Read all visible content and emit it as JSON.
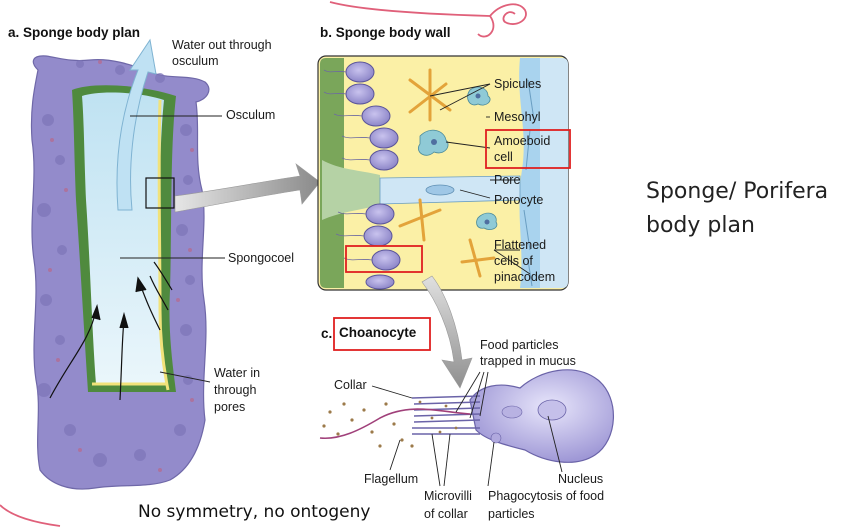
{
  "panel_a": {
    "title": "a.  Sponge body plan",
    "labels": {
      "water_out": [
        "Water out through",
        "osculum"
      ],
      "osculum": "Osculum",
      "spongocoel": "Spongocoel",
      "water_in": [
        "Water in",
        "through",
        "pores"
      ]
    }
  },
  "panel_b": {
    "title": "b.  Sponge body wall",
    "labels": {
      "spicules": "Spicules",
      "mesohyl": "Mesohyl",
      "amoeboid": [
        "Amoeboid",
        "cell"
      ],
      "pore": "Pore",
      "porocyte": "Porocyte",
      "flattened": [
        "Flattened",
        "cells of",
        "pinacodem"
      ]
    }
  },
  "panel_c": {
    "title_prefix": "c.",
    "title": "Choanocyte",
    "labels": {
      "food_particles": [
        "Food particles",
        "trapped in mucus"
      ],
      "collar": "Collar",
      "nucleus": "Nucleus",
      "flagellum": "Flagellum",
      "microvilli": [
        "Microvilli",
        "of collar"
      ],
      "phagocytosis": [
        "Phagocytosis of food",
        "particles"
      ]
    }
  },
  "side_text": [
    "Sponge/ Porifera",
    "body plan"
  ],
  "caption": "No symmetry, no ontogeny",
  "colors": {
    "highlight_box": "#e02020",
    "annotation_pink": "#e0607a",
    "sponge_purple": "#8f86c8",
    "mesohyl_yellow": "#fbf0a6",
    "water_blue": "#cfe6f5"
  }
}
